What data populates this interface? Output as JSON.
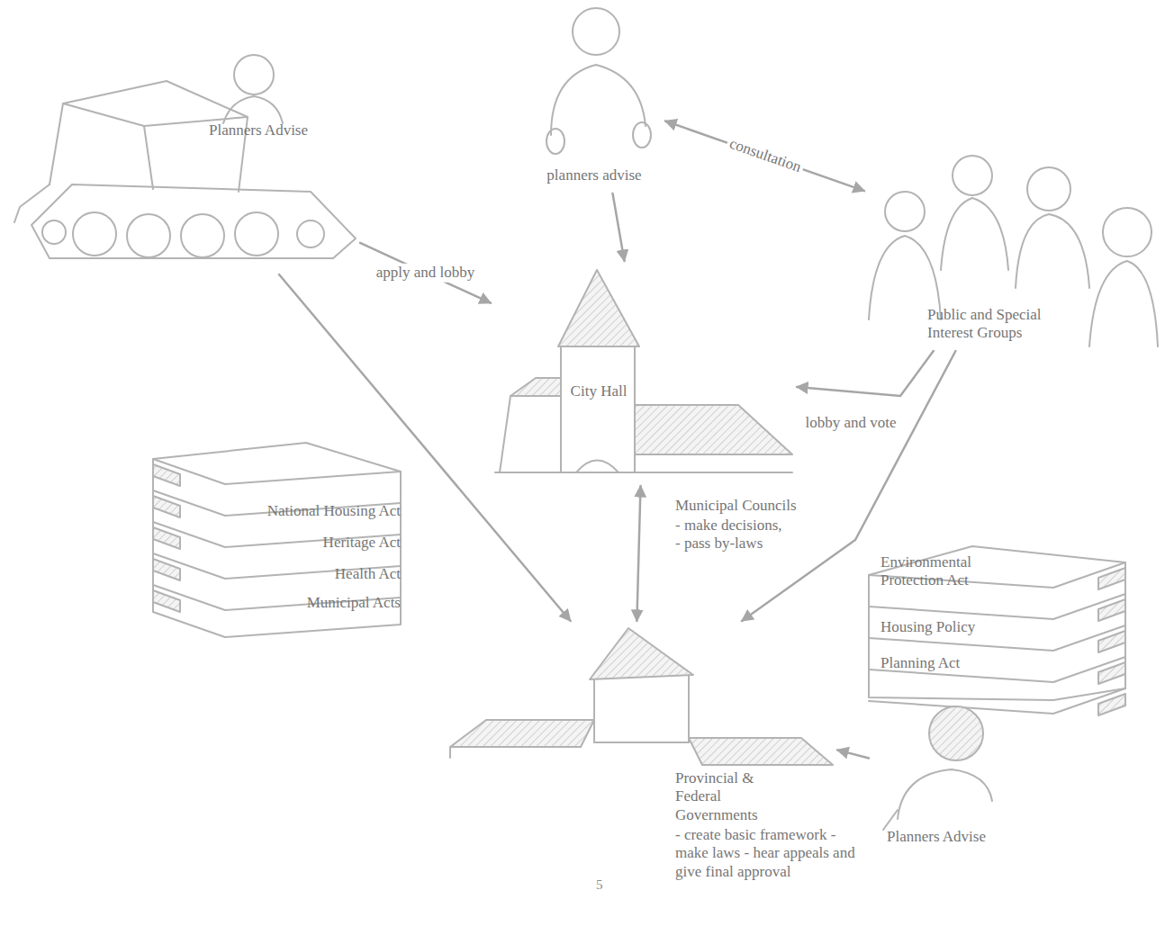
{
  "diagram": {
    "nodes": [
      {
        "text": [
          "Planners Advise"
        ]
      },
      {
        "text": [
          "planners advise"
        ]
      },
      {
        "text": [
          "Public and Special Interest Groups"
        ]
      },
      {
        "text": [
          "City Hall",
          "Municipal Councils",
          "- make decisions, - pass by-laws"
        ]
      },
      {
        "text": [
          "National Housing Act",
          "Heritage Act",
          "Health Act",
          "Municipal Acts"
        ]
      },
      {
        "text": [
          "Environmental Protection Act",
          "Housing Policy",
          "Planning Act"
        ]
      },
      {
        "text": [
          "Provincial & Federal Governments",
          "- create basic framework - make laws - hear appeals and give final approval"
        ]
      },
      {
        "text": [
          "Planners Advise"
        ]
      }
    ],
    "edges": [
      {
        "from": 0,
        "to": 3,
        "label": "apply and lobby",
        "arrow": "to"
      },
      {
        "from": 0,
        "to": 6,
        "arrow": "to"
      },
      {
        "from": 1,
        "to": 3,
        "arrow": "to"
      },
      {
        "from": 1,
        "to": 2,
        "label": "consultation",
        "arrow": "both"
      },
      {
        "from": 2,
        "to": 3,
        "label": "lobby and vote",
        "arrow": "to"
      },
      {
        "from": 2,
        "to": 6,
        "arrow": "to"
      },
      {
        "from": 3,
        "to": 6,
        "arrow": "both"
      },
      {
        "from": 7,
        "to": 6,
        "arrow": "to"
      }
    ],
    "labels": [
      "5"
    ]
  }
}
